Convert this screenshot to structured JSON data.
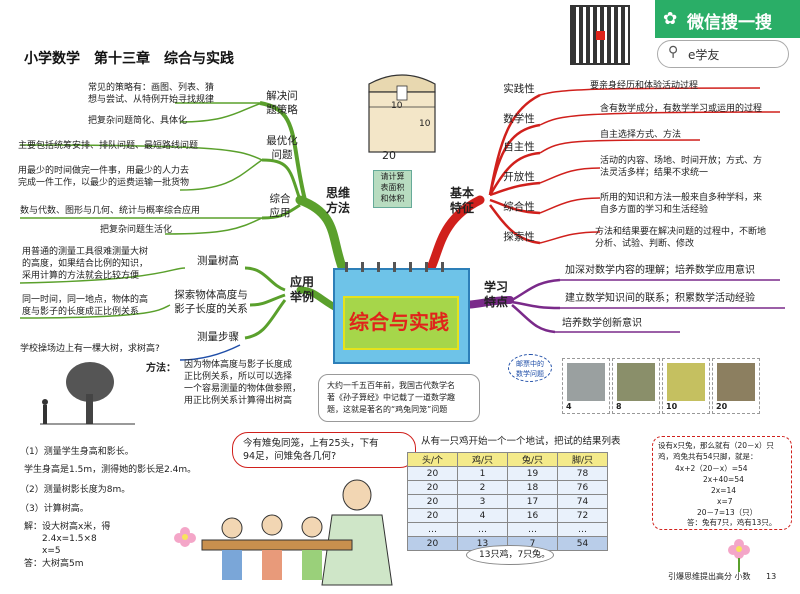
{
  "wechat": {
    "title": "微信搜一搜",
    "search_text": "e学友"
  },
  "page_title": "小学数学　第十三章　综合与实践",
  "center": {
    "label": "综合与实践"
  },
  "thinking_method": {
    "label_line1": "思维",
    "label_line2": "方法",
    "problem_strategy": {
      "label_line1": "解决问",
      "label_line2": "题策略",
      "note_line1": "常见的策略有：画图、列表、猜",
      "note_line2": "想与尝试、从特例开始寻找规律",
      "note2": "把复杂问题简化、具体化"
    },
    "optimization": {
      "label_line1": "最优化",
      "label_line2": "问题",
      "note1": "主要包括统筹安排、排队问题、最短路线问题",
      "note2_line1": "用最少的时间做完一件事，用最少的人力去",
      "note2_line2": "完成一件工作，以最少的运费运输一批货物"
    },
    "application": {
      "label_line1": "综合",
      "label_line2": "应用",
      "note1": "数与代数、图形与几何、统计与概率综合应用",
      "note2": "把复杂问题生活化"
    }
  },
  "application_examples": {
    "label_line1": "应用",
    "label_line2": "举例",
    "tree": {
      "label": "测量树高",
      "note_line1": "用普通的测量工具很难测量大树",
      "note_line2": "的高度，如果结合比例的知识，",
      "note_line3": "采用计算的方法就会比较方便"
    },
    "shadow": {
      "label_line1": "探索物体高度与",
      "label_line2": "影子长度的关系",
      "note_line1": "同一时间，同一地点，物体的高",
      "note_line2": "度与影子的长度成正比例关系"
    },
    "steps": {
      "label": "测量步骤"
    }
  },
  "basic_features": {
    "label_line1": "基本",
    "label_line2": "特征",
    "items": [
      {
        "name": "实践性",
        "desc_line1": "要亲身经历和体验活动过程",
        "desc_line2": ""
      },
      {
        "name": "数学性",
        "desc_line1": "含有数学成分，有数学学习或运用的过程",
        "desc_line2": ""
      },
      {
        "name": "自主性",
        "desc_line1": "自主选择方式、方法",
        "desc_line2": ""
      },
      {
        "name": "开放性",
        "desc_line1": "活动的内容、场地、时间开放；方式、方",
        "desc_line2": "法灵活多样；结果不求统一"
      },
      {
        "name": "综合性",
        "desc_line1": "所用的知识和方法一般来自多种学科，来",
        "desc_line2": "自多方面的学习和生活经验"
      },
      {
        "name": "探索性",
        "desc_line1": "方法和结果要在解决问题的过程中，不断地",
        "desc_line2": "分析、试验、判断、修改"
      }
    ]
  },
  "learning_features": {
    "label_line1": "学习",
    "label_line2": "特点",
    "items": [
      "加深对数学内容的理解；培养数学应用意识",
      "建立数学知识间的联系；积累数学活动经验",
      "培养数学创新意识"
    ]
  },
  "box_note": {
    "line1": "请计算",
    "line2": "表面积",
    "line3": "和体积",
    "dim_top": "10",
    "dim_side": "10",
    "dim_bottom": "20"
  },
  "problem": {
    "question": "学校操场边上有一棵大树，求树高?",
    "method_label": "方法：",
    "method_line1": "因为物体高度与影子长度成",
    "method_line2": "正比例关系，所以可以选择",
    "method_line3": "一个容易测量的物体做参照，",
    "method_line4": "用正比例关系计算得出树高",
    "step1": "（1）测量学生身高和影长。",
    "step1_detail": "学生身高是1.5m，测得她的影长是2.4m。",
    "step2": "（2）测量树影长度为8m。",
    "step3": "（3）计算树高。",
    "sol1": "解：设大树高x米，得",
    "sol2": "2.4x=1.5×8",
    "sol3": "x=5",
    "answer": "答：大树高5m"
  },
  "history_note": {
    "line1": "大约一千五百年前，我国古代数学名",
    "line2": "著《孙子算经》中记载了一道数学趣",
    "line3": "题，这就是著名的“鸡兔同笼”问题"
  },
  "stamps": {
    "label_line1": "邮票中的",
    "label_line2": "数学问题",
    "values": [
      "4",
      "8",
      "10",
      "20"
    ]
  },
  "chicken_rabbit": {
    "speech_line1": "今有雉兔同笼，上有25头，下有",
    "speech_line2": "94足，问雉兔各几何?",
    "table_title": "从有一只鸡开始一个一个地试，把试的结果列表",
    "headers": [
      "头/个",
      "鸡/只",
      "兔/只",
      "脚/只"
    ],
    "rows": [
      [
        "20",
        "1",
        "19",
        "78"
      ],
      [
        "20",
        "2",
        "18",
        "76"
      ],
      [
        "20",
        "3",
        "17",
        "74"
      ],
      [
        "20",
        "4",
        "16",
        "72"
      ],
      [
        "…",
        "…",
        "…",
        "…"
      ],
      [
        "20",
        "13",
        "7",
        "54"
      ]
    ],
    "result": "13只鸡，7只兔。",
    "solution_line1": "设有x只兔，那么就有（20－x）只",
    "solution_line2": "鸡，鸡兔共有54只脚，就是：",
    "eq1": "4x+2（20－x）=54",
    "eq2": "2x+40=54",
    "eq3": "2x=14",
    "eq4": "x=7",
    "eq5": "20－7=13（只）",
    "solution_answer": "答：兔有7只，鸡有13只。"
  },
  "footer": {
    "text": "引爆思维提出高分 小数",
    "page": "13"
  },
  "colors": {
    "green_branch": "#5aa02c",
    "red_branch": "#d0201c",
    "purple_branch": "#7a2a8a",
    "blue_branch": "#1f4ea8",
    "center_blue": "#6ec3e8",
    "center_green": "#a6d64a",
    "title_red": "#e0241b",
    "wechat_green": "#2aae67"
  }
}
